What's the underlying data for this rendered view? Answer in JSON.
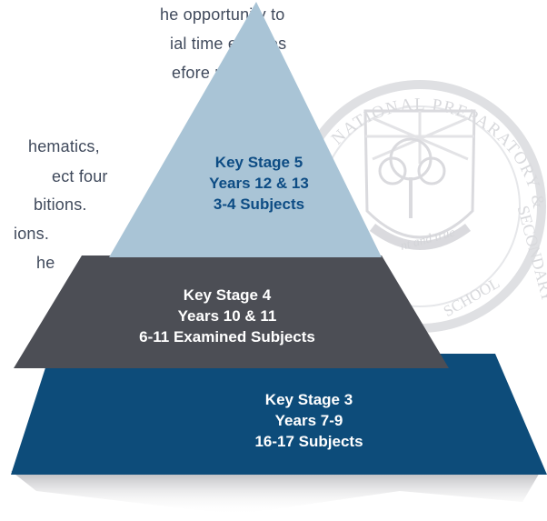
{
  "background_text": [
    "he opportunity to",
    "ial time enables",
    "efore making a",
    "hematics,",
    "ect  four",
    "bitions.",
    "ions.",
    "he"
  ],
  "watermark": {
    "arc_text_top": "NATIONAL PREPARATORY &",
    "arc_text_right": "SECONDARY",
    "arc_text_school": "SCHOOL",
    "motto": "nt and true"
  },
  "pyramid": {
    "tiers": [
      {
        "stage": "Key Stage 5",
        "years": "Years 12 & 13",
        "subjects": "3-4 Subjects",
        "color": "#a9c4d6",
        "text_color": "#0d4c84"
      },
      {
        "stage": "Key Stage 4",
        "years": "Years 10 & 11",
        "subjects": "6-11 Examined Subjects",
        "color": "#4c4e55",
        "text_color": "#ffffff"
      },
      {
        "stage": "Key Stage 3",
        "years": "Years 7-9",
        "subjects": "16-17 Subjects",
        "color": "#0d4c7a",
        "text_color": "#ffffff"
      }
    ]
  }
}
